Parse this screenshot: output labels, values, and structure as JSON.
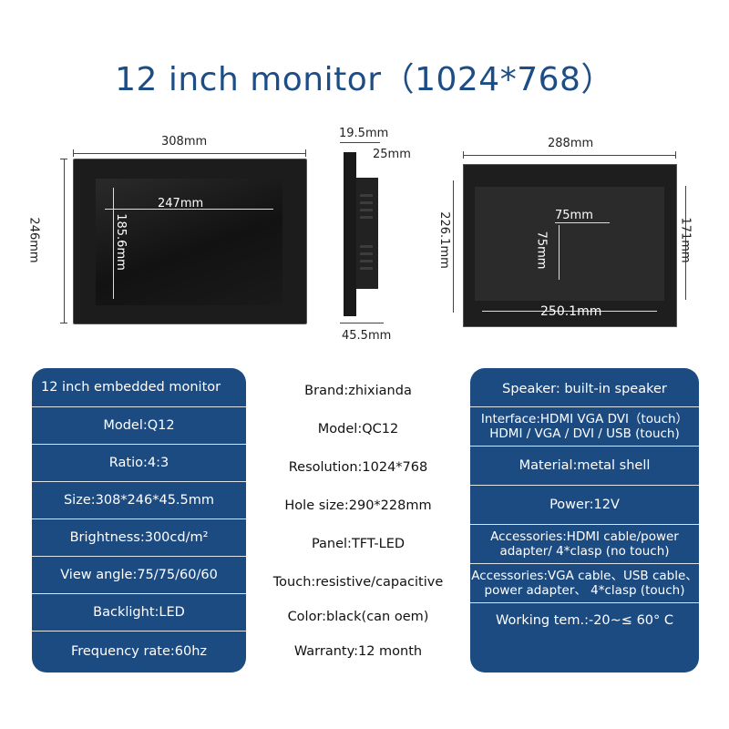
{
  "title": "12 inch monitor（1024*768）",
  "dimensions": {
    "front_width": "308mm",
    "front_height": "246mm",
    "screen_width": "247mm",
    "screen_height": "185.6mm",
    "side_top": "19.5mm",
    "side_top2": "25mm",
    "side_depth": "45.5mm",
    "back_width": "288mm",
    "back_height": "226.1mm",
    "back_height2": "171mm",
    "vesa_w": "75mm",
    "vesa_h": "75mm",
    "back_bottom": "250.1mm"
  },
  "specs": {
    "left": [
      "12 inch embedded monitor",
      "Model:Q12",
      "Ratio:4:3",
      "Size:308*246*45.5mm",
      "Brightness:300cd/m²",
      "View angle:75/75/60/60",
      "Backlight:LED",
      "Frequency rate:60hz"
    ],
    "middle": [
      "Brand:zhixianda",
      "Model:QC12",
      "Resolution:1024*768",
      "Hole size:290*228mm",
      "Panel:TFT-LED",
      "Touch:resistive/capacitive",
      "Color:black(can oem)",
      "Warranty:12 month"
    ],
    "right": [
      {
        "l1": "Speaker: built-in speaker"
      },
      {
        "l1": "Interface:HDMI VGA DVI（touch）",
        "l2": "HDMI / VGA / DVI / USB (touch)"
      },
      {
        "l1": "Material:metal shell"
      },
      {
        "l1": "Power:12V"
      },
      {
        "l1": "Accessories:HDMI cable/power",
        "l2": "adapter/ 4*clasp (no touch)"
      },
      {
        "l1": "Accessories:VGA cable、USB cable、",
        "l2": "power adapter、 4*clasp (touch)"
      },
      {
        "l1": "Working tem.:-20~≤ 60° C"
      }
    ]
  },
  "colors": {
    "title": "#1d4d86",
    "panel": "#1c4b82"
  }
}
